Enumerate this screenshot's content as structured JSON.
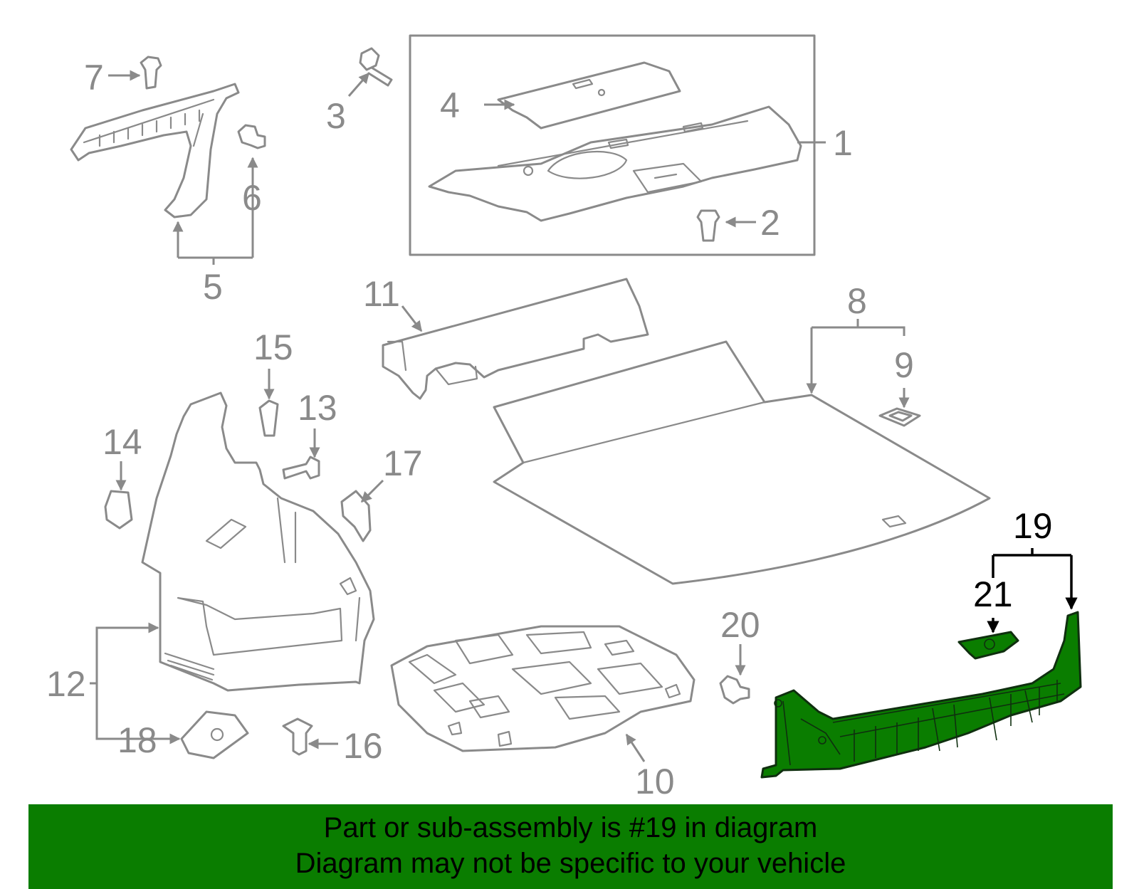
{
  "callouts": {
    "n1": "1",
    "n2": "2",
    "n3": "3",
    "n4": "4",
    "n5": "5",
    "n6": "6",
    "n7": "7",
    "n8": "8",
    "n9": "9",
    "n10": "10",
    "n11": "11",
    "n12": "12",
    "n13": "13",
    "n14": "14",
    "n15": "15",
    "n16": "16",
    "n17": "17",
    "n18": "18",
    "n19": "19",
    "n20": "20",
    "n21": "21"
  },
  "selected_part": "19",
  "colors": {
    "highlight": "#0a7d00",
    "line": "#8a8a8a",
    "banner": "#0a7d00"
  },
  "banner": {
    "line1": "Part or sub-assembly is #19 in diagram",
    "line2": "Diagram may not be specific to your vehicle"
  }
}
